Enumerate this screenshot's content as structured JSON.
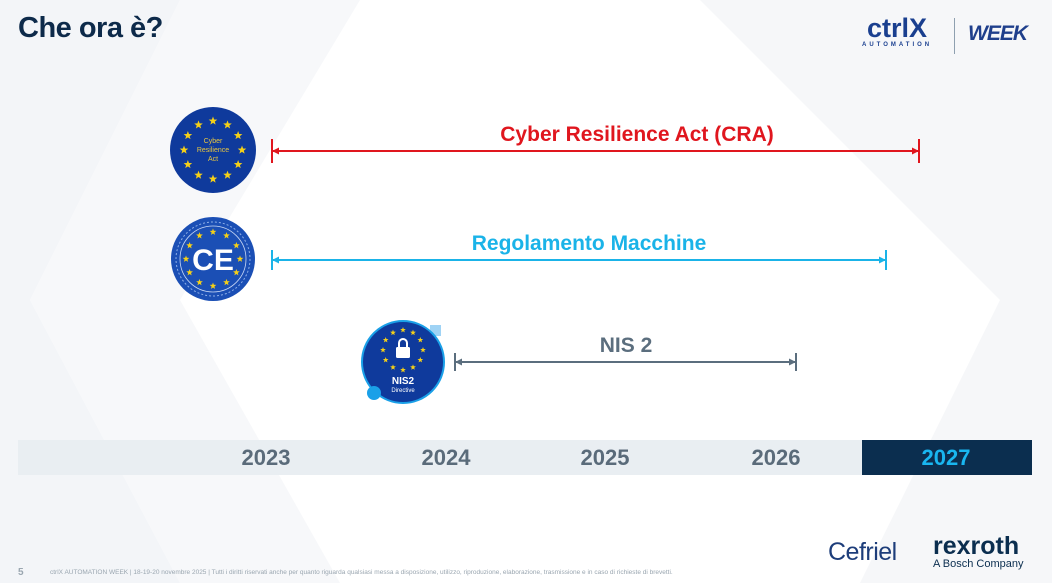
{
  "title": "Che ora è?",
  "logos": {
    "ctrlx": "ctrlX",
    "automation": "AUTOMATION",
    "week": "WEEK",
    "cefriel": "Cefriel",
    "rexroth": "rexroth",
    "bosch": "A Bosch Company"
  },
  "timelines": [
    {
      "label": "Cyber Resilience Act (CRA)",
      "color": "#e0161e",
      "badge_text": [
        "Cyber",
        "Resilience",
        "Act"
      ]
    },
    {
      "label": "Regolamento Macchine",
      "color": "#1ab3e8",
      "badge_text": "CE"
    },
    {
      "label": "NIS 2",
      "color": "#5b6e7e",
      "badge_text": [
        "NIS2",
        "Directive"
      ]
    }
  ],
  "years": [
    "2023",
    "2024",
    "2025",
    "2026",
    "2027"
  ],
  "current_year": "2027",
  "footer": {
    "page": "5",
    "text": "ctrlX AUTOMATION WEEK | 18-19-20 novembre 2025 | Tutti i diritti riservati anche per quanto riguarda qualsiasi messa a disposizione, utilizzo, riproduzione, elaborazione, trasmissione e in caso di richieste di brevetti."
  }
}
